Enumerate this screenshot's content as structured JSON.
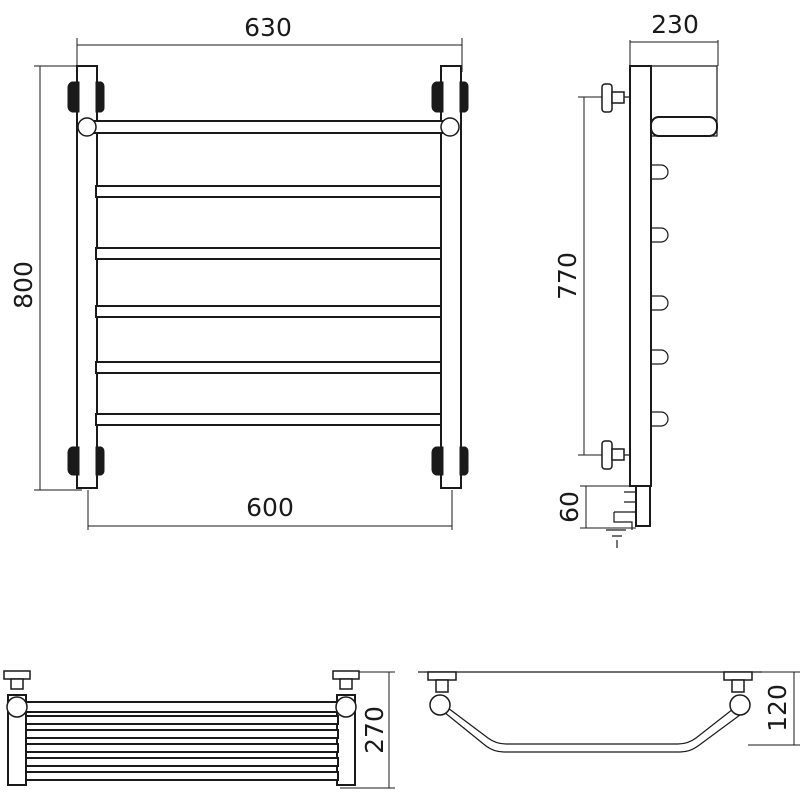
{
  "front_view": {
    "width_label": "630",
    "height_label": "800",
    "bottom_width_label": "600",
    "rung_count": 6
  },
  "side_view": {
    "depth_label": "230",
    "mount_distance_label": "770",
    "connection_label": "60"
  },
  "top_view": {
    "depth_label": "270"
  },
  "profile_view": {
    "offset_label": "120"
  },
  "colors": {
    "line": "#1a1a1a",
    "background": "#ffffff"
  }
}
